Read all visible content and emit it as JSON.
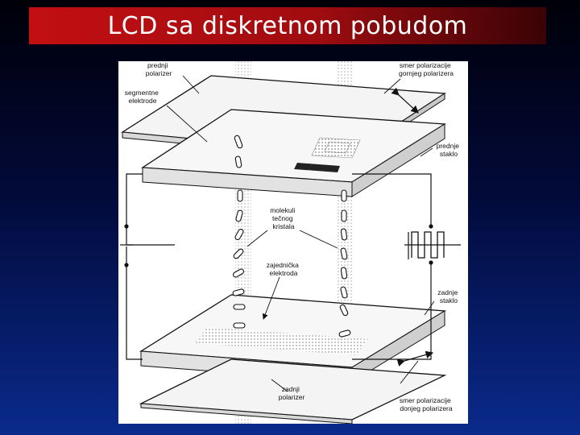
{
  "slide": {
    "title": "LCD sa diskretnom pobudom"
  },
  "figure": {
    "labels": {
      "front_polarizer": [
        "prednji",
        "polarizer"
      ],
      "segment_electrodes": [
        "segmentne",
        "elektrode"
      ],
      "top_polarization_direction": [
        "smer polarizacije",
        "gornjeg polarizera"
      ],
      "front_glass": [
        "prednje",
        "staklo"
      ],
      "liquid_crystal_molecules": [
        "molekuli",
        "tečnog",
        "kristala"
      ],
      "common_electrode": [
        "zajednička",
        "elektroda"
      ],
      "back_glass": [
        "zadnje",
        "staklo"
      ],
      "back_polarizer": [
        "zadnji",
        "polarizer"
      ],
      "bottom_polarization_direction": [
        "smer polarizacije",
        "donjeg polarizera"
      ]
    }
  }
}
